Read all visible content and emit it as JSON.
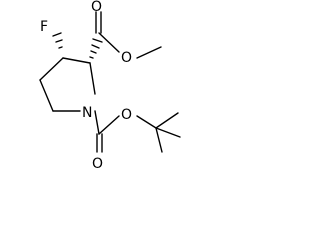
{
  "structure": {
    "atoms": {
      "fluorine": "F",
      "nitrogen": "N",
      "carbonyl_oxygen_ester": "O",
      "ester_oxygen": "O",
      "carbonyl_oxygen_carbamate": "O",
      "carbamate_oxygen": "O"
    },
    "colors": {
      "bond": "#000000",
      "label": "#000000",
      "background": "#ffffff"
    }
  }
}
